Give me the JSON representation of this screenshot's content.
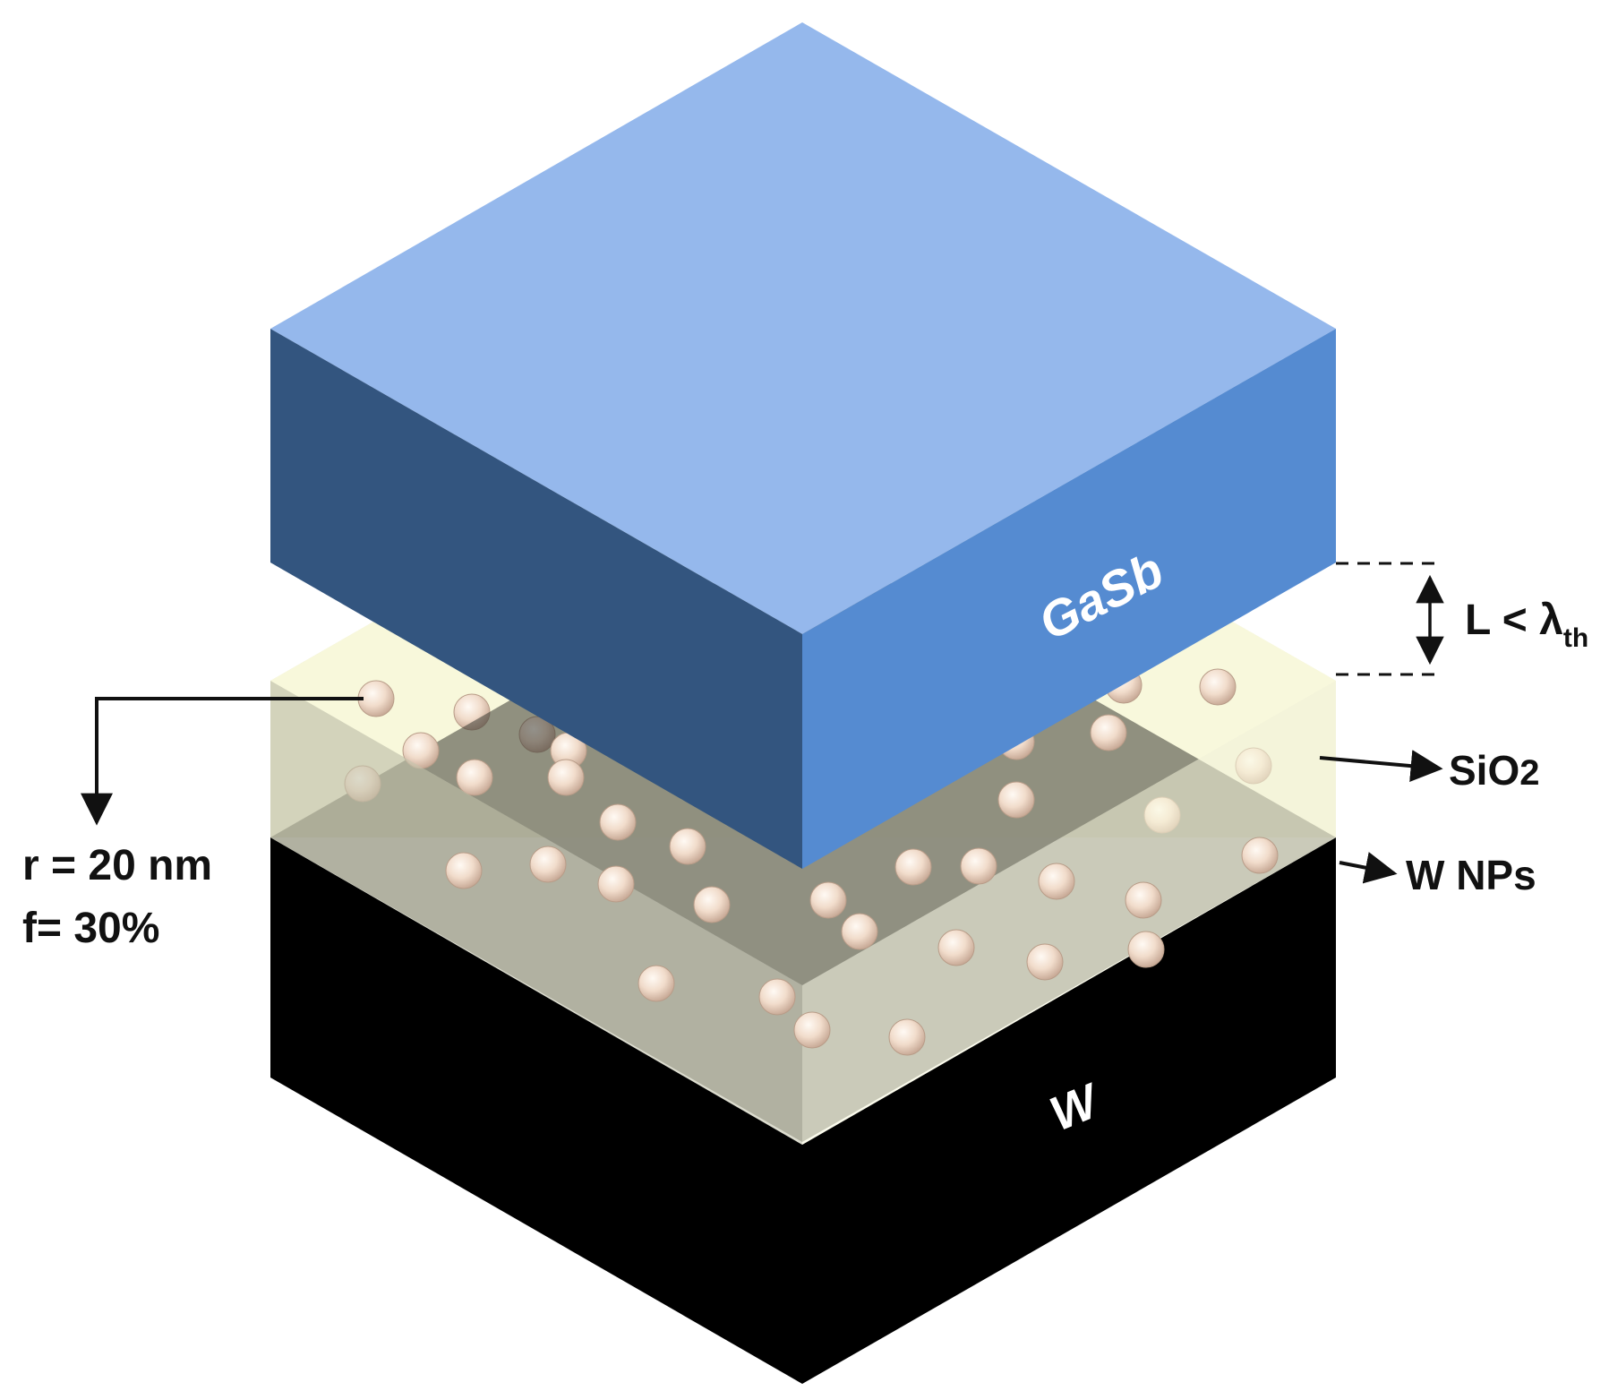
{
  "layers": {
    "top": {
      "label": "GaSb"
    },
    "middle": {
      "label": "SiO",
      "subscript": "2"
    },
    "nanoparticles": {
      "label": "W NPs"
    },
    "bottom": {
      "label": "W"
    }
  },
  "gap": {
    "label": "L < λ",
    "subscript": "th"
  },
  "particle_params": {
    "radius": "r = 20 nm",
    "fill_fraction": "f= 30%"
  },
  "colors": {
    "gasb_top": "#95b8ec",
    "gasb_left": "#33557f",
    "gasb_right": "#558bd1",
    "w_left": "#000000",
    "w_right": "#000000",
    "sio2_top": "#f8f8dc",
    "sio2_left": "#c4c4ae",
    "sio2_right": "#f8f8dc",
    "np_fill": "#f3dfcf"
  }
}
